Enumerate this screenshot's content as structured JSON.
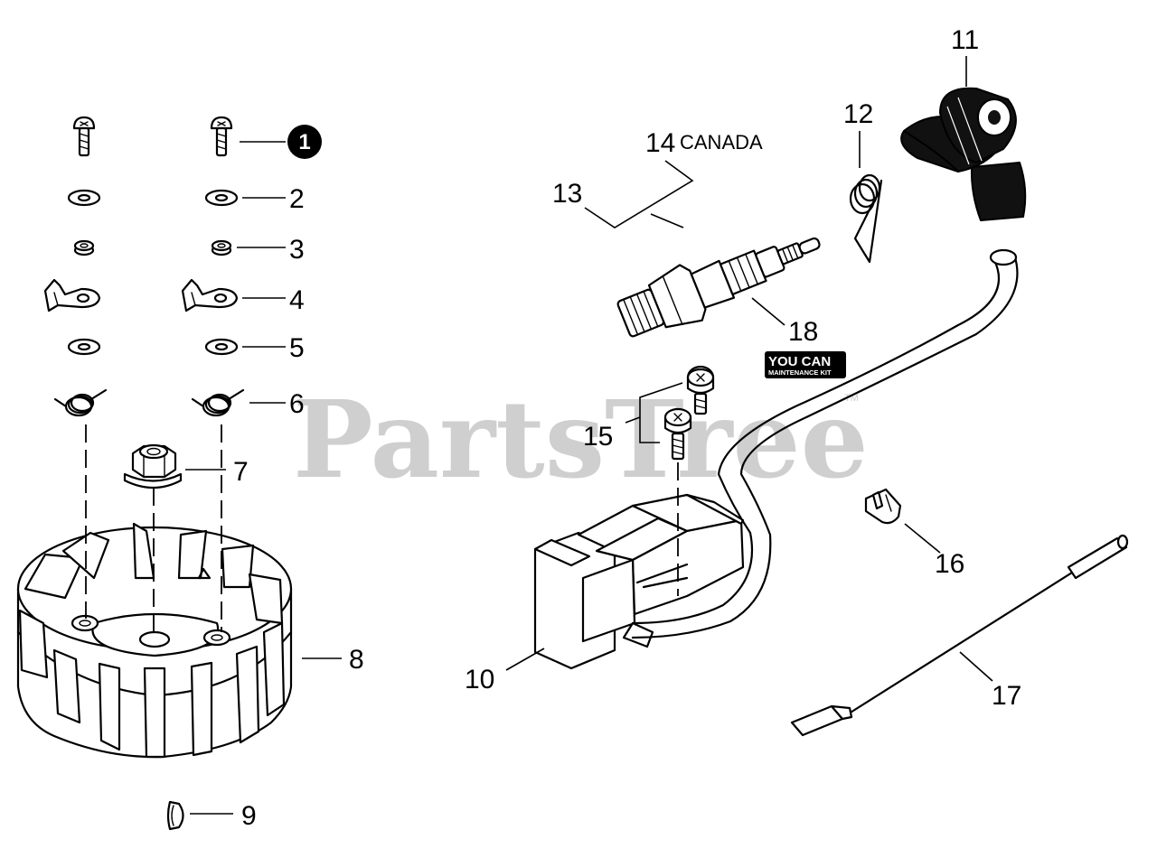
{
  "watermark": {
    "text": "PartsTree",
    "tm": "TM"
  },
  "badge": {
    "line1": "YOU CAN",
    "line2": "MAINTENANCE KIT"
  },
  "callouts": [
    {
      "id": "1",
      "label": "1",
      "highlighted": true
    },
    {
      "id": "2",
      "label": "2"
    },
    {
      "id": "3",
      "label": "3"
    },
    {
      "id": "4",
      "label": "4"
    },
    {
      "id": "5",
      "label": "5"
    },
    {
      "id": "6",
      "label": "6"
    },
    {
      "id": "7",
      "label": "7"
    },
    {
      "id": "8",
      "label": "8"
    },
    {
      "id": "9",
      "label": "9"
    },
    {
      "id": "10",
      "label": "10"
    },
    {
      "id": "11",
      "label": "11"
    },
    {
      "id": "12",
      "label": "12"
    },
    {
      "id": "13",
      "label": "13"
    },
    {
      "id": "14",
      "label": "14",
      "note": "CANADA"
    },
    {
      "id": "15",
      "label": "15"
    },
    {
      "id": "16",
      "label": "16"
    },
    {
      "id": "17",
      "label": "17"
    },
    {
      "id": "18",
      "label": "18"
    }
  ],
  "colors": {
    "ink": "#000000",
    "watermark": "#cfcfcf",
    "background": "#ffffff"
  }
}
